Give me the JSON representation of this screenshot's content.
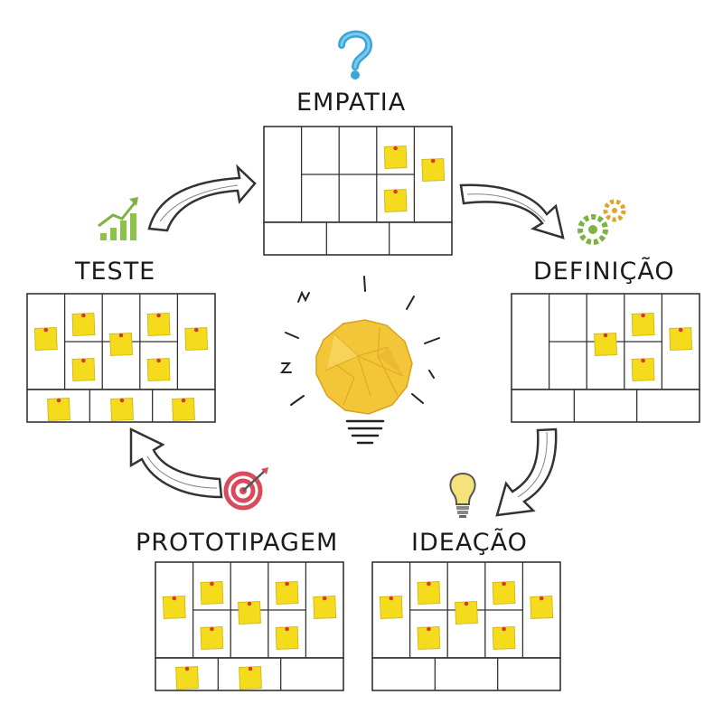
{
  "stages": [
    {
      "id": "empatia",
      "label": "EMPATIA",
      "icon": "question-mark-icon"
    },
    {
      "id": "definicao",
      "label": "DEFINIÇÃO",
      "icon": "gears-icon"
    },
    {
      "id": "ideacao",
      "label": "IDEAÇÃO",
      "icon": "lightbulb-icon"
    },
    {
      "id": "prototipagem",
      "label": "PROTOTIPAGEM",
      "icon": "target-icon"
    },
    {
      "id": "teste",
      "label": "TESTE",
      "icon": "growth-chart-icon"
    }
  ],
  "center": {
    "icon": "crumpled-paper-lightbulb-icon"
  },
  "colors": {
    "sticky": "#f4dc1c",
    "pin": "#d63a2f",
    "line": "#333333",
    "paper": "#f3c63a"
  }
}
